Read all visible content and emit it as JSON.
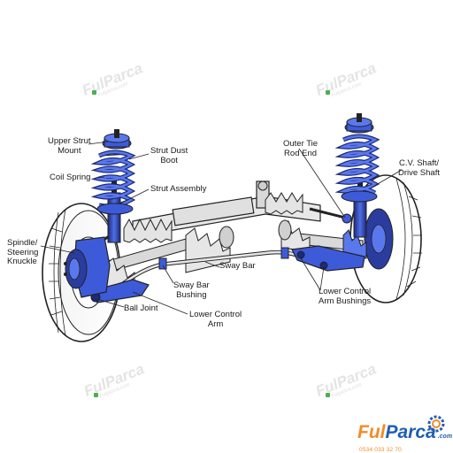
{
  "labels": {
    "upper_strut_mount": "Upper Strut\nMount",
    "strut_dust_boot": "Strut Dust\nBoot",
    "coil_spring": "Coil Spring",
    "strut_assembly": "Strut Assembly",
    "spindle_steering_knuckle": "Spindle/\nSteering\nKnuckle",
    "sway_bar": "Sway Bar",
    "sway_bar_bushing": "Sway Bar\nBushing",
    "ball_joint": "Ball Joint",
    "lower_control_arm": "Lower Control\nArm",
    "outer_tie_rod_end": "Outer Tie\nRod End",
    "cv_shaft_drive_shaft": "C.V. Shaft/\nDrive Shaft",
    "lower_control_arm_bushings": "Lower Control\nArm Bushings"
  },
  "watermark": {
    "brand": "FulParca",
    "tagline": "Fulparca.com"
  },
  "logo": {
    "brand_part1": "Ful",
    "brand_part2": "Parca",
    "domain": ".com",
    "phone": "0534 033 32 70"
  },
  "colors": {
    "part_blue": "#3d5bd9",
    "part_dark": "#1c2a78",
    "outline": "#222222",
    "logo_orange": "#f28c28",
    "logo_blue": "#1f5fb0"
  }
}
